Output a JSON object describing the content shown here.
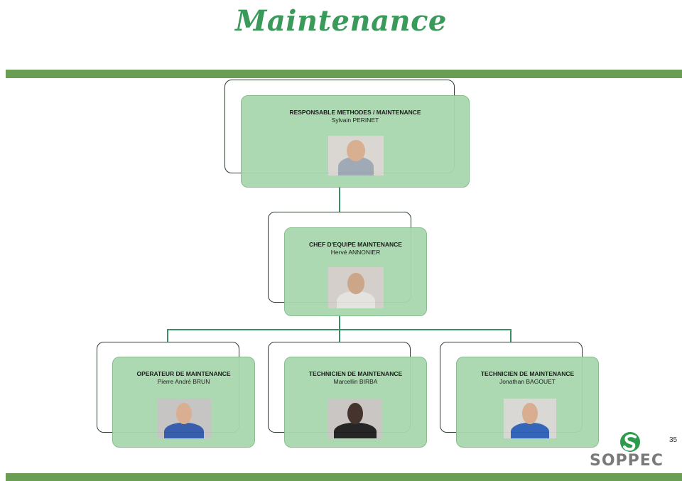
{
  "slide": {
    "title": "Maintenance",
    "page_number": "35"
  },
  "org_chart": {
    "level1": [
      {
        "role": "RESPONSABLE METHODES / MAINTENANCE",
        "name": "Sylvain PERINET"
      }
    ],
    "level2": [
      {
        "role": "CHEF D'EQUIPE MAINTENANCE",
        "name": "Hervé ANNONIER"
      }
    ],
    "level3": [
      {
        "role": "OPERATEUR DE MAINTENANCE",
        "name": "Pierre André BRUN"
      },
      {
        "role": "TECHNICIEN DE MAINTENANCE",
        "name": "Marcellin BIRBA"
      },
      {
        "role": "TECHNICIEN DE MAINTENANCE",
        "name": "Jonathan BAGOUET"
      }
    ]
  },
  "logo": {
    "text": "SOPPEC",
    "icon": "soppec-logo-icon"
  },
  "colors": {
    "title": "#3a9a5a",
    "band": "#6a9e55",
    "card_fill": "#a9d8ae",
    "connector": "#3c8f63"
  }
}
